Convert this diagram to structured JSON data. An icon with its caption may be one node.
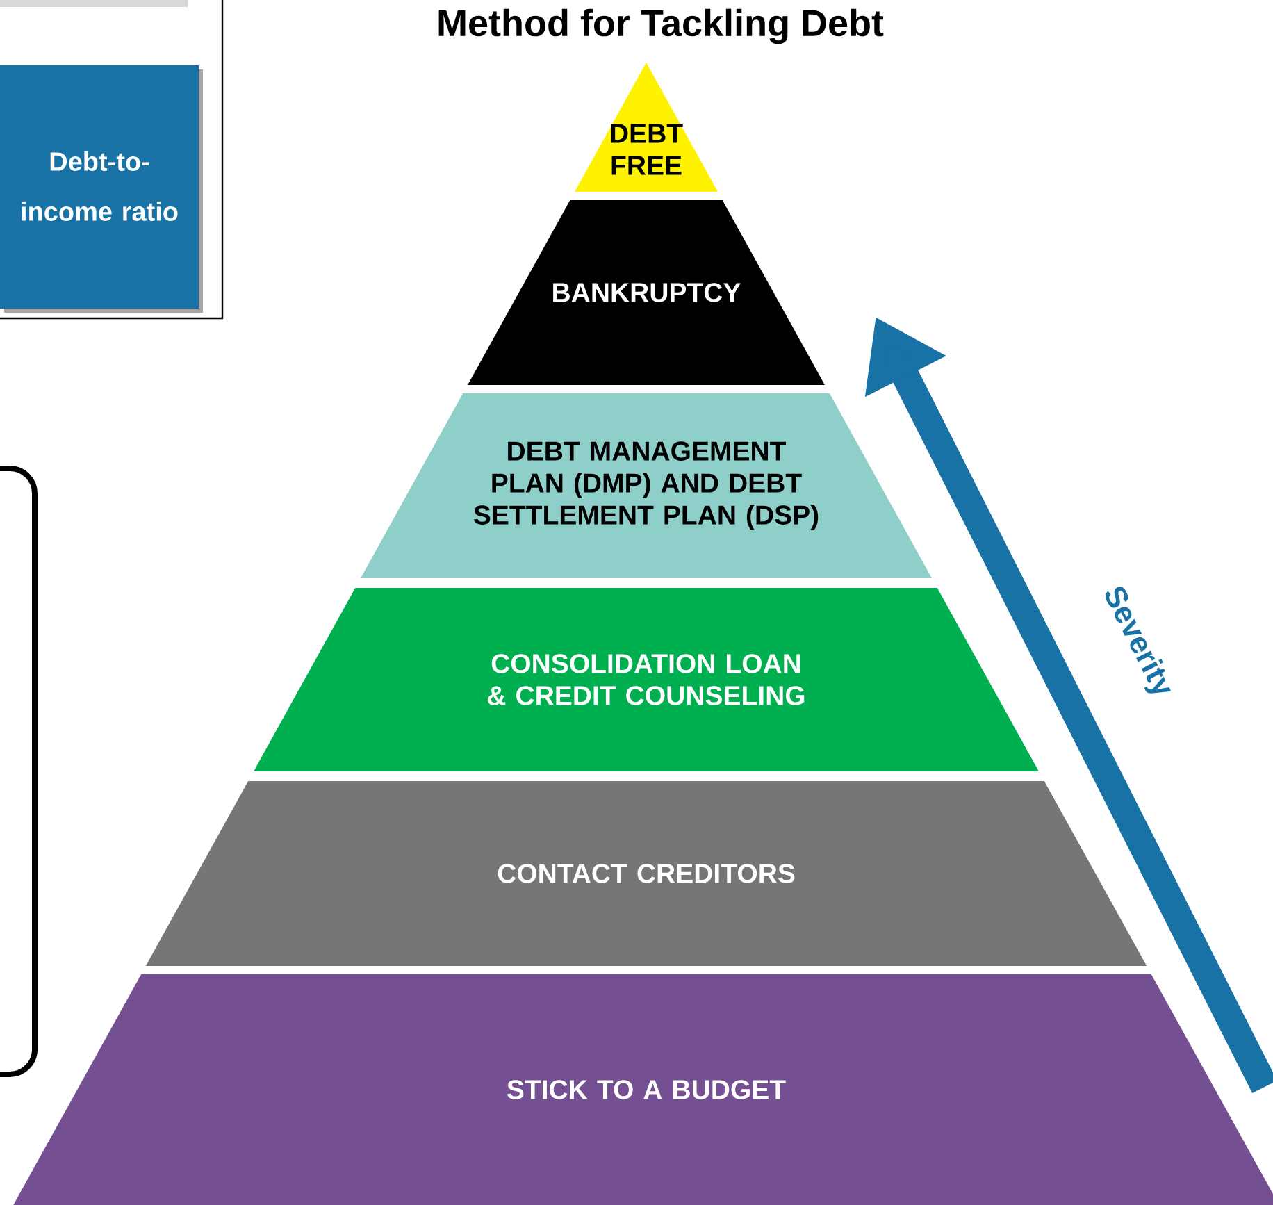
{
  "diagram": {
    "title": "Method for Tackling Debt",
    "nodes": [
      {
        "text": [
          "Debt-to- income ratio"
        ]
      },
      {
        "text": [
          "DEBT FREE"
        ]
      },
      {
        "text": [
          "BANKRUPTCY"
        ]
      },
      {
        "text": [
          "DEBT MANAGEMENT PLAN (DMP) AND DEBT SETTLEMENT PLAN (DSP)"
        ]
      },
      {
        "text": [
          "CONSOLIDATION LOAN & CREDIT COUNSELING"
        ]
      },
      {
        "text": [
          "CONTACT CREDITORS"
        ]
      },
      {
        "text": [
          "STICK TO A BUDGET"
        ]
      }
    ],
    "labels": [
      "Severity"
    ]
  }
}
